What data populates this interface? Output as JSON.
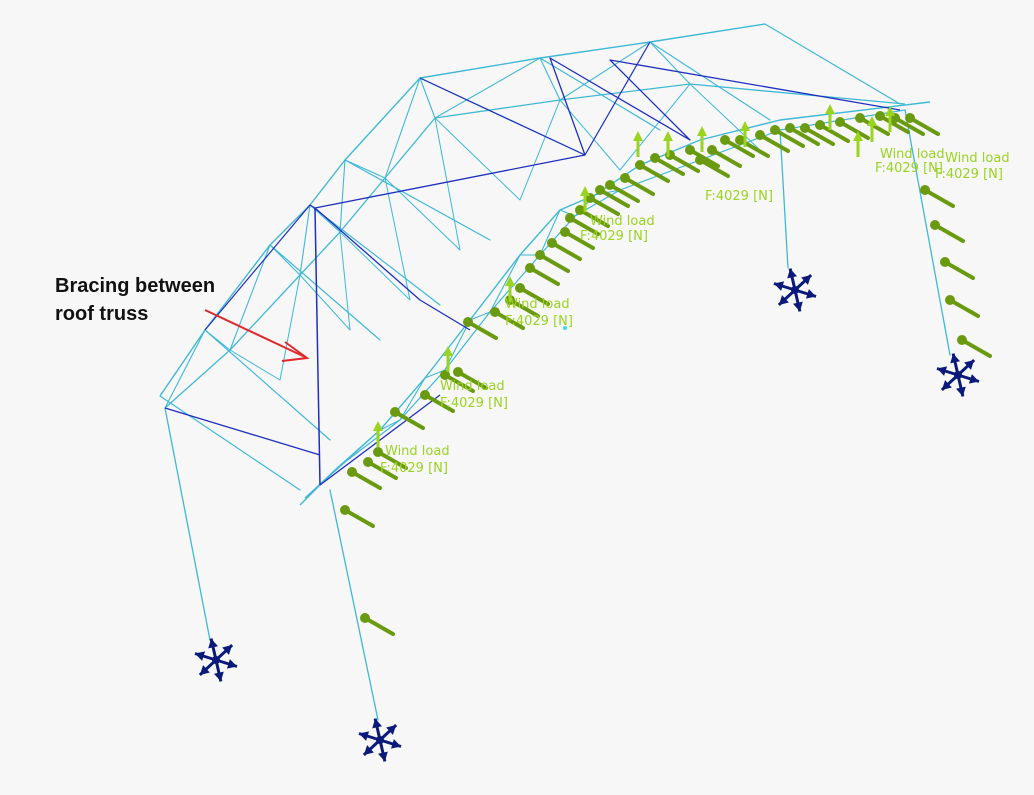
{
  "annotation": {
    "line1": "Bracing between",
    "line2": "roof truss",
    "arrow_color": "#e0282c"
  },
  "colors": {
    "truss_member": "#3fb8d6",
    "bracing": "#1f2fbf",
    "load_arrow": "#6a9a10",
    "load_arrow_head": "#9ad320",
    "label": "#9ad320",
    "support": "#0b1a7a"
  },
  "load_labels": [
    {
      "text": "Wind load"
    },
    {
      "text": "F:4029 [N]"
    },
    {
      "text": "Wind load"
    },
    {
      "text": "F:4029 [N]"
    },
    {
      "text": "Wind load"
    },
    {
      "text": "F:4029 [N]"
    },
    {
      "text": "Wind load"
    },
    {
      "text": "F:4029 [N]"
    },
    {
      "text": "F:4029 [N]"
    },
    {
      "text": "Wind load"
    },
    {
      "text": "F:4029 [N]"
    },
    {
      "text": "Wind load"
    },
    {
      "text": "F:4029 [N]"
    }
  ],
  "support_icon": "fixed-support-icon"
}
